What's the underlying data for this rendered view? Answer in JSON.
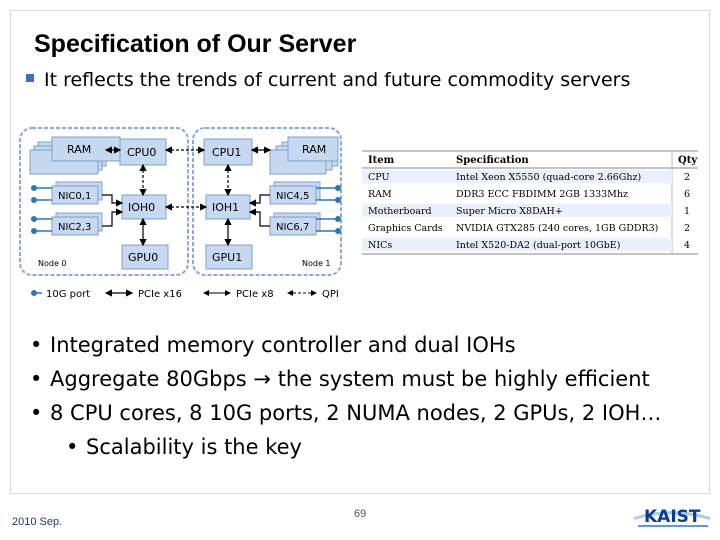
{
  "slide": {
    "title": "Specification of Our Server",
    "subtitle": "It reflects the trends of current and future commodity servers",
    "page_number": "69",
    "date": "2010 Sep.",
    "logo_text": "KAIST"
  },
  "diagram": {
    "node0": {
      "label": "Node 0",
      "ram": "RAM",
      "cpu": "CPU0",
      "ioh": "IOH0",
      "gpu": "GPU0",
      "nic_a": "NIC0,1",
      "nic_b": "NIC2,3"
    },
    "node1": {
      "label": "Node 1",
      "ram": "RAM",
      "cpu": "CPU1",
      "ioh": "IOH1",
      "gpu": "GPU1",
      "nic_a": "NIC4,5",
      "nic_b": "NIC6,7"
    },
    "legend": [
      "10G port",
      "PCIe x16",
      "PCIe x8",
      "QPI"
    ]
  },
  "spec_table": {
    "headers": [
      "Item",
      "Specification",
      "Qty"
    ],
    "rows": [
      [
        "CPU",
        "Intel Xeon X5550 (quad-core 2.66Ghz)",
        "2"
      ],
      [
        "RAM",
        "DDR3 ECC FBDIMM 2GB 1333Mhz",
        "6"
      ],
      [
        "Motherboard",
        "Super Micro X8DAH+",
        "1"
      ],
      [
        "Graphics Cards",
        "NVIDIA GTX285 (240 cores, 1GB GDDR3)",
        "2"
      ],
      [
        "NICs",
        "Intel X520-DA2 (dual-port 10GbE)",
        "4"
      ]
    ]
  },
  "bullets": [
    "Integrated memory controller and dual IOHs",
    "Aggregate 80Gbps → the system must be highly efficient",
    "8 CPU cores, 8 10G ports, 2 NUMA nodes, 2 GPUs, 2 IOH…"
  ],
  "sub_bullets": [
    "Scalability is the key"
  ],
  "colors": {
    "box_fill": "#c6d9f1",
    "box_border": "#7f9fce",
    "port_dot": "#2e75b6",
    "accent": "#3a6fc4"
  }
}
